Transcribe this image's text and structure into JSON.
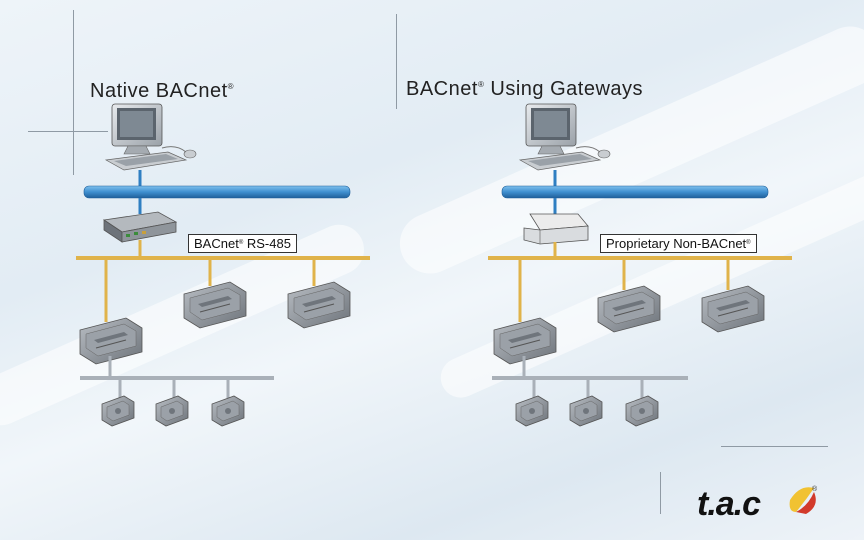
{
  "left": {
    "title": "Native BACnet",
    "title_mark": "®",
    "label": "BACnet",
    "label_mark": "®",
    "label_suffix": " RS-485"
  },
  "right": {
    "title": "BACnet",
    "title_mark": "®",
    "title_suffix": " Using Gateways",
    "label": "Proprietary Non-BACnet",
    "label_mark": "®"
  },
  "logo": {
    "text": "t.a.c",
    "mark": "®"
  },
  "colors": {
    "ethernet": "#3f8fd0",
    "rs485": "#e0b34a",
    "lon": "#a9b0b8",
    "device": "#8a9098"
  }
}
